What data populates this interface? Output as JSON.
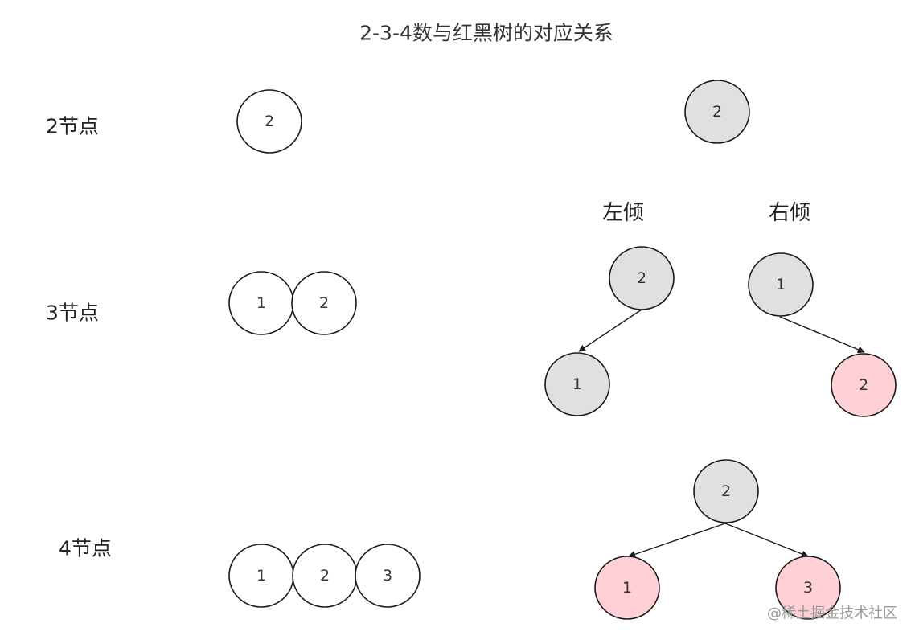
{
  "title": "2-3-4数与红黑树的对应关系",
  "rows": [
    {
      "label": "2节点",
      "node234": [
        "2"
      ],
      "trees": [
        {
          "caption": "",
          "nodes": [
            {
              "id": "r2",
              "text": "2",
              "color": "gray"
            }
          ],
          "edges": []
        }
      ]
    },
    {
      "label": "3节点",
      "node234": [
        "1",
        "2"
      ],
      "trees": [
        {
          "caption": "左倾",
          "nodes": [
            {
              "id": "l2",
              "text": "2",
              "color": "gray"
            },
            {
              "id": "l1",
              "text": "1",
              "color": "gray"
            }
          ],
          "edges": [
            [
              "l2",
              "l1"
            ]
          ]
        },
        {
          "caption": "右倾",
          "nodes": [
            {
              "id": "rr1",
              "text": "1",
              "color": "gray"
            },
            {
              "id": "rr2",
              "text": "2",
              "color": "pink"
            }
          ],
          "edges": [
            [
              "rr1",
              "rr2"
            ]
          ]
        }
      ]
    },
    {
      "label": "4节点",
      "node234": [
        "1",
        "2",
        "3"
      ],
      "trees": [
        {
          "caption": "",
          "nodes": [
            {
              "id": "f2",
              "text": "2",
              "color": "gray"
            },
            {
              "id": "f1",
              "text": "1",
              "color": "pink"
            },
            {
              "id": "f3",
              "text": "3",
              "color": "pink"
            }
          ],
          "edges": [
            [
              "f2",
              "f1"
            ],
            [
              "f2",
              "f3"
            ]
          ]
        }
      ]
    }
  ],
  "colors": {
    "gray": "#e0e0e0",
    "pink": "#ffd0d6",
    "white": "#ffffff"
  },
  "watermark": "@稀土掘金技术社区"
}
